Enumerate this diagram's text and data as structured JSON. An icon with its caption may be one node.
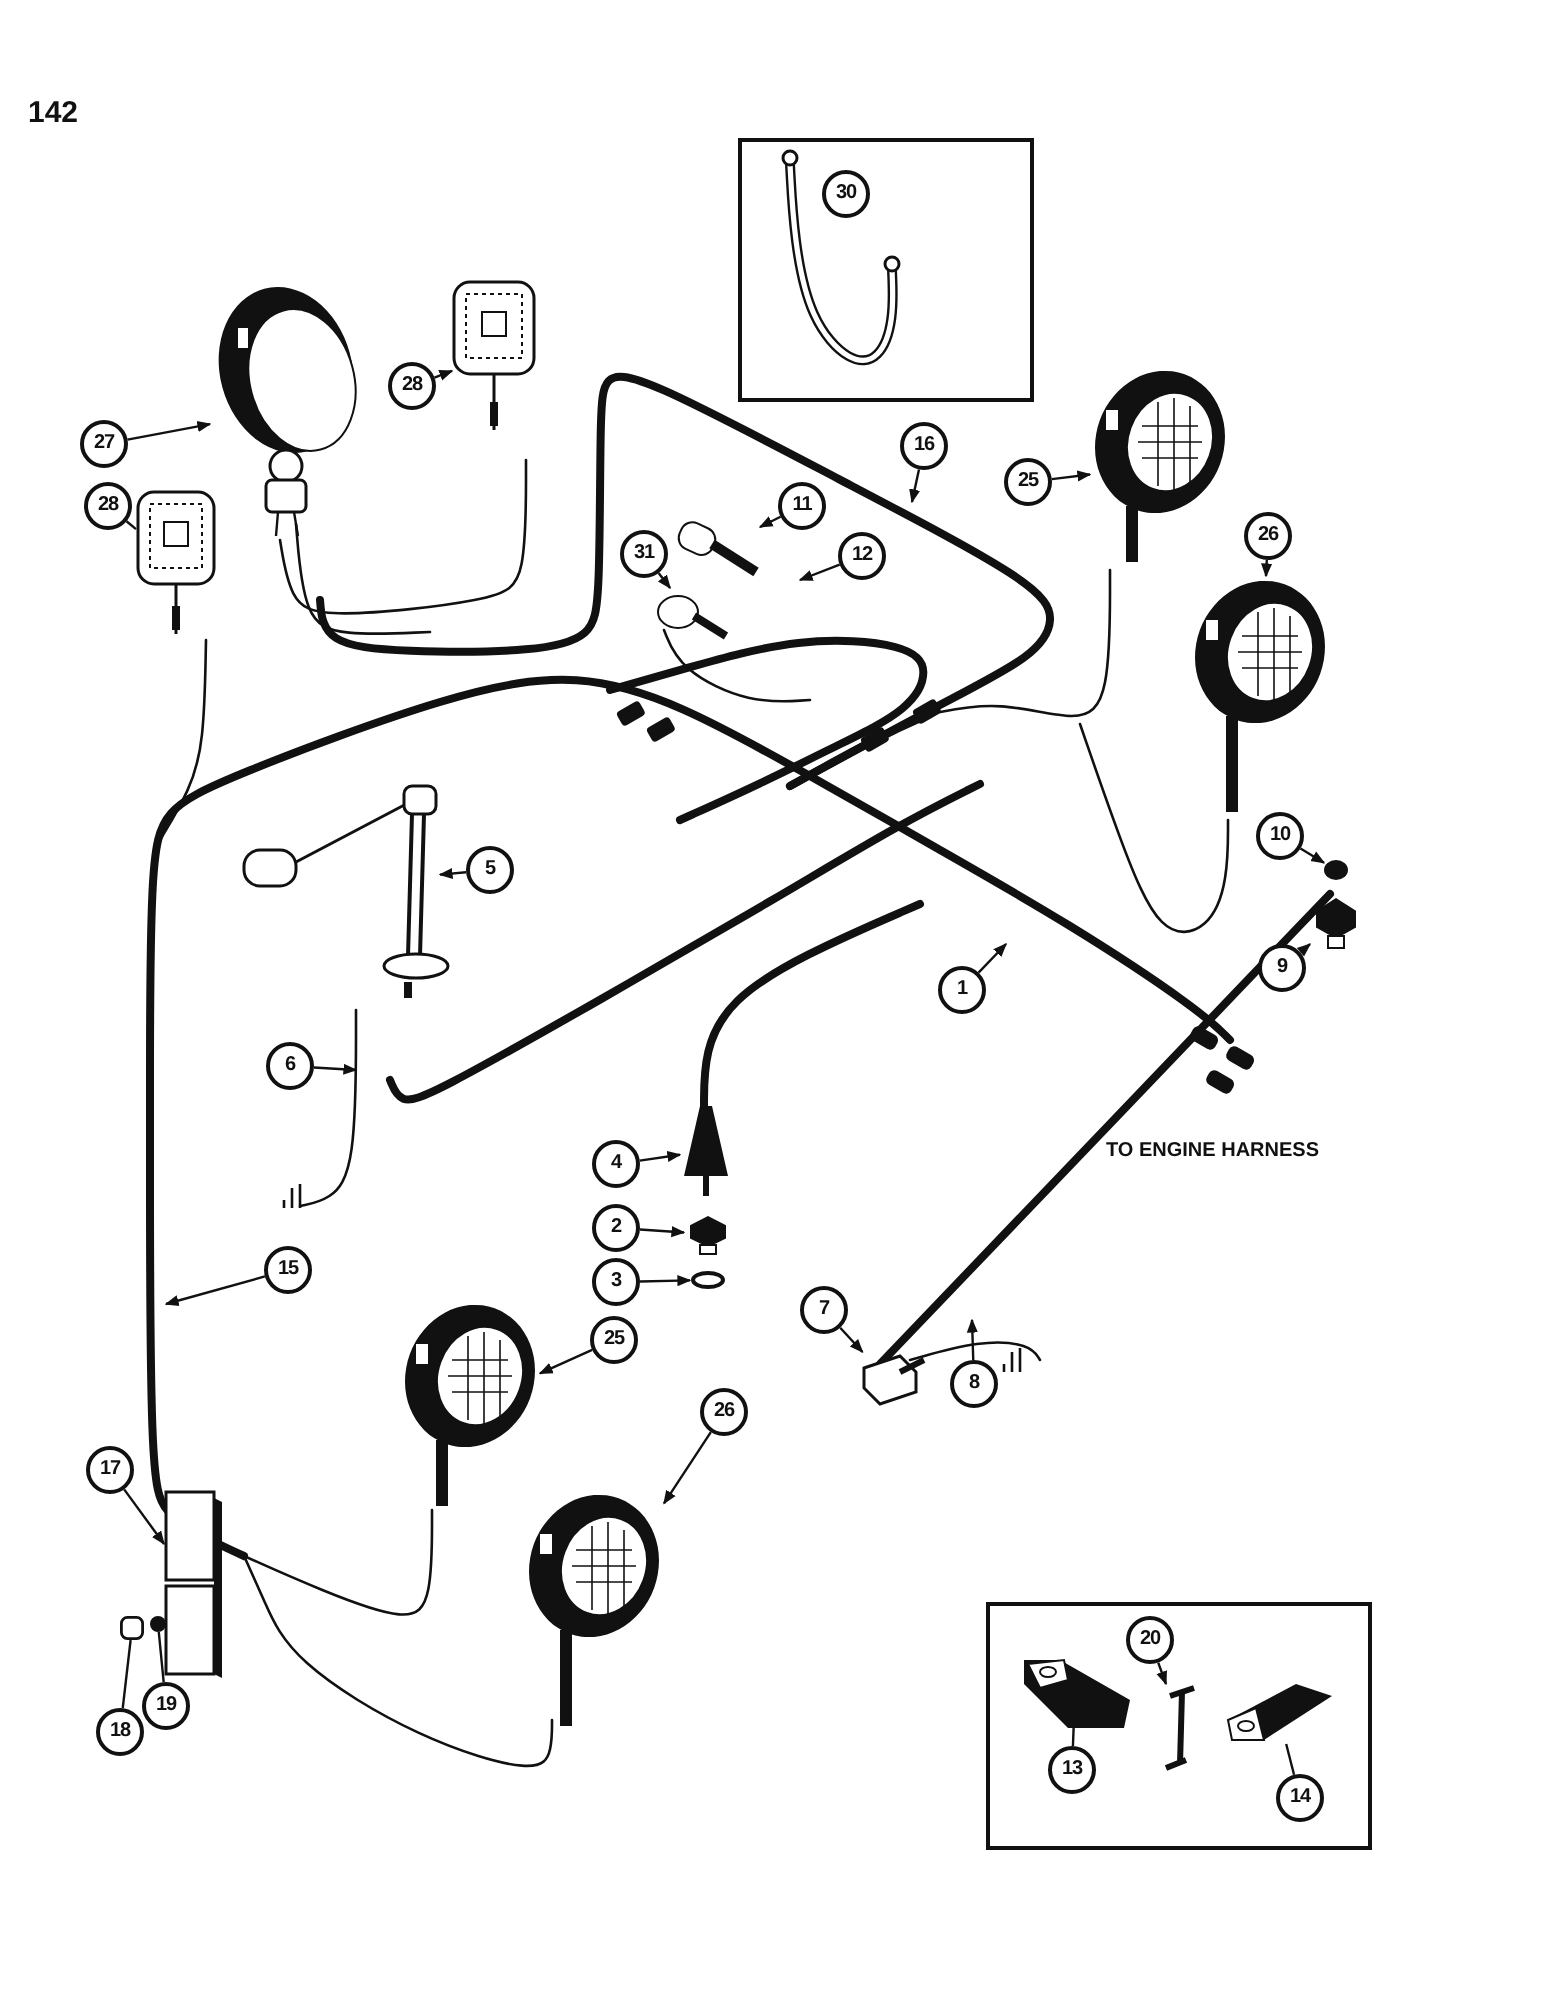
{
  "diagram": {
    "nodes": [
      {
        "text": [
          "27"
        ]
      },
      {
        "text": [],
        "shape": "picture"
      },
      {
        "text": [
          "28"
        ]
      },
      {
        "text": [],
        "shape": "picture"
      },
      {
        "text": [
          "28"
        ]
      },
      {
        "text": [],
        "shape": "picture"
      },
      {
        "text": [
          "16"
        ]
      },
      {
        "text": [
          "11"
        ]
      },
      {
        "text": [],
        "shape": "picture"
      },
      {
        "text": [
          "12"
        ]
      },
      {
        "text": [
          "31"
        ]
      },
      {
        "text": [],
        "shape": "picture"
      },
      {
        "text": [
          "25"
        ]
      },
      {
        "text": [],
        "shape": "picture"
      },
      {
        "text": [
          "26"
        ]
      },
      {
        "text": [],
        "shape": "picture"
      },
      {
        "text": [
          "5"
        ]
      },
      {
        "text": [],
        "shape": "picture"
      },
      {
        "text": [
          "10"
        ]
      },
      {
        "text": [],
        "shape": "circle"
      },
      {
        "text": [
          "9"
        ]
      },
      {
        "text": [],
        "shape": "picture"
      },
      {
        "text": [
          "1"
        ]
      },
      {
        "text": [
          "6"
        ]
      },
      {
        "text": [
          "4"
        ]
      },
      {
        "text": [],
        "shape": "picture"
      },
      {
        "text": [
          "7"
        ]
      },
      {
        "text": [],
        "shape": "picture"
      },
      {
        "text": [
          "8"
        ]
      },
      {
        "text": [
          "2"
        ]
      },
      {
        "text": [],
        "shape": "picture"
      },
      {
        "text": [
          "3"
        ]
      },
      {
        "text": [],
        "shape": "circle"
      },
      {
        "text": [
          "15"
        ]
      },
      {
        "text": [
          "25"
        ]
      },
      {
        "text": [],
        "shape": "picture"
      },
      {
        "text": [
          "26"
        ]
      },
      {
        "text": [],
        "shape": "picture"
      },
      {
        "text": [
          "17"
        ]
      },
      {
        "text": [],
        "shape": "picture"
      },
      {
        "text": [
          "13"
        ]
      },
      {
        "text": [],
        "shape": "picture"
      },
      {
        "text": [
          "20"
        ]
      },
      {
        "text": [],
        "shape": "picture"
      },
      {
        "text": [
          "14"
        ]
      },
      {
        "text": [],
        "shape": "picture"
      },
      {
        "text": [
          "19"
        ]
      },
      {
        "text": [],
        "shape": "circle"
      },
      {
        "text": [
          "18"
        ]
      },
      {
        "text": [],
        "shape": "box"
      },
      {
        "text": [
          "30"
        ]
      }
    ],
    "edges": [
      {
        "from": 0,
        "to": 1,
        "arrow": "to"
      },
      {
        "from": 2,
        "to": 3,
        "arrow": "to"
      },
      {
        "from": 4,
        "to": 5,
        "arrow": "none"
      },
      {
        "from": 6,
        "to": null,
        "arrow": "to"
      },
      {
        "from": 7,
        "to": 8,
        "arrow": "to"
      },
      {
        "from": 9,
        "to": null,
        "arrow": "to"
      },
      {
        "from": 10,
        "to": 11,
        "arrow": "to"
      },
      {
        "from": 12,
        "to": 13,
        "arrow": "to"
      },
      {
        "from": 14,
        "to": 15,
        "arrow": "to"
      },
      {
        "from": 16,
        "to": 17,
        "arrow": "to"
      },
      {
        "from": 18,
        "to": 19,
        "arrow": "to"
      },
      {
        "from": 20,
        "to": 21,
        "arrow": "to"
      },
      {
        "from": 22,
        "to": null,
        "arrow": "to"
      },
      {
        "from": 23,
        "to": null,
        "arrow": "to"
      },
      {
        "from": 24,
        "to": 25,
        "arrow": "to"
      },
      {
        "from": 26,
        "to": 27,
        "arrow": "to"
      },
      {
        "from": 28,
        "to": null,
        "arrow": "to"
      },
      {
        "from": 29,
        "to": 30,
        "arrow": "to"
      },
      {
        "from": 31,
        "to": 32,
        "arrow": "to"
      },
      {
        "from": 33,
        "to": null,
        "arrow": "to"
      },
      {
        "from": 34,
        "to": 35,
        "arrow": "to"
      },
      {
        "from": 36,
        "to": 37,
        "arrow": "to"
      },
      {
        "from": 38,
        "to": 39,
        "arrow": "to"
      },
      {
        "from": 40,
        "to": 41,
        "arrow": "none"
      },
      {
        "from": 42,
        "to": 43,
        "arrow": "to"
      },
      {
        "from": 44,
        "to": 45,
        "arrow": "none"
      },
      {
        "from": 46,
        "to": 47,
        "arrow": "none"
      },
      {
        "from": 48,
        "to": 49,
        "arrow": "none"
      }
    ],
    "labels": [
      "142",
      "TO ENGINE HARNESS"
    ]
  }
}
